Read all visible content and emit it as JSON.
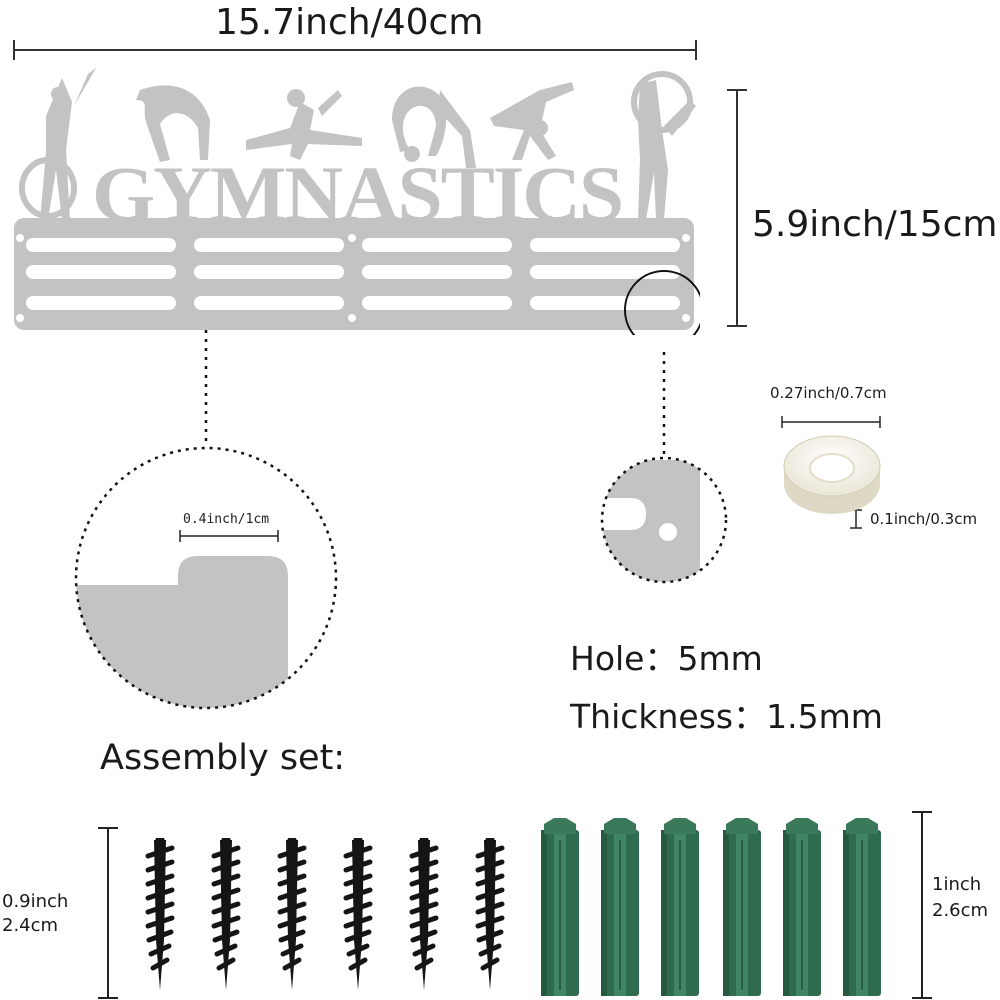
{
  "dimensions": {
    "width": "15.7inch/40cm",
    "height": "5.9inch/15cm",
    "slot_width": "0.4inch/1cm",
    "washer_diameter": "0.27inch/0.7cm",
    "washer_thickness": "0.1inch/0.3cm",
    "screw_length_in": "0.9inch",
    "screw_length_cm": "2.4cm",
    "anchor_length_in": "1inch",
    "anchor_length_cm": "2.6cm"
  },
  "rack": {
    "title": "GYMNASTICS",
    "color": "#c3c3c3"
  },
  "specs": {
    "hole_label": "Hole：",
    "hole_value": "5mm",
    "thickness_label": "Thickness：",
    "thickness_value": "1.5mm"
  },
  "assembly": {
    "label": "Assembly set:",
    "screw_color": "#151515",
    "anchor_color": "#2f6b4f"
  }
}
